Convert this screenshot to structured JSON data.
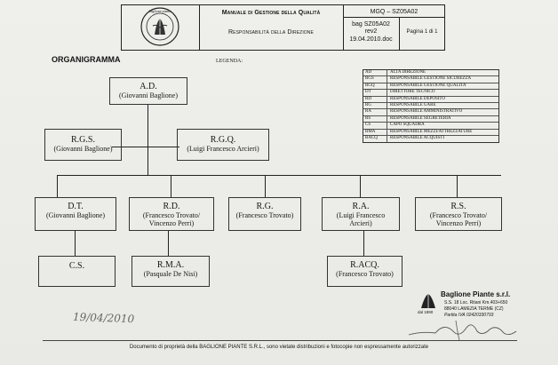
{
  "header": {
    "manual_title": "Manuale di Gestione della Qualità",
    "section_title": "Responsabilità della Direzione",
    "doc_code": "MGQ – SZ05A02",
    "file_line1": "bag SZ05A02",
    "file_line2": "rev2",
    "file_line3": "19.04.2010.doc",
    "page_label": "Pagina 1 di 1"
  },
  "page_title": "ORGANIGRAMMA",
  "legend_label": "LEGENDA:",
  "legend": [
    {
      "abbr": "AD",
      "name": "ALTA DIREZIONE"
    },
    {
      "abbr": "RGS",
      "name": "RESPONSABILE GESTIONE SICUREZZA"
    },
    {
      "abbr": "RGQ",
      "name": "RESPONSABILE GESTIONE QUALITA'"
    },
    {
      "abbr": "DT",
      "name": "DIRETTORE TECNICO"
    },
    {
      "abbr": "RD",
      "name": "RESPONSABILE DEPOSITO"
    },
    {
      "abbr": "RG",
      "name": "RESPONSABILE GARE"
    },
    {
      "abbr": "RA",
      "name": "RESPONSABILE AMMINISTRATIVO"
    },
    {
      "abbr": "RS",
      "name": "RESPONSABILE SEGRETERIA"
    },
    {
      "abbr": "CS",
      "name": "CAPO SQUADRA"
    },
    {
      "abbr": "RMA",
      "name": "RESPONSABILE MEZZI/ATTREZZATURE"
    },
    {
      "abbr": "RACQ",
      "name": "RESPONSABILE ACQUISTI"
    }
  ],
  "org": {
    "ad": {
      "title": "A.D.",
      "person": "(Giovanni Baglione)"
    },
    "rgs": {
      "title": "R.G.S.",
      "person": "(Giovanni Baglione)"
    },
    "rgq": {
      "title": "R.G.Q.",
      "person": "(Luigi Francesco Arcieri)"
    },
    "dt": {
      "title": "D.T.",
      "person": "(Giovanni  Baglione)"
    },
    "rd": {
      "title": "R.D.",
      "person1": "(Francesco Trovato/",
      "person2": "Vincenzo Perri)"
    },
    "rg": {
      "title": "R.G.",
      "person": "(Francesco Trovato)"
    },
    "ra": {
      "title": "R.A.",
      "person1": "(Luigi Francesco",
      "person2": "Arcieri)"
    },
    "rs": {
      "title": "R.S.",
      "person1": "(Francesco Trovato/",
      "person2": "Vincenzo Perri)"
    },
    "cs": {
      "title": "C.S."
    },
    "rma": {
      "title": "R.M.A.",
      "person": "(Pasquale De Nisi)"
    },
    "racq": {
      "title": "R.ACQ.",
      "person": "(Francesco Trovato)"
    }
  },
  "stamp": {
    "company": "Baglione Piante s.r.l.",
    "line1": "S.S. 18 Loc. Ritani Km.403+650",
    "line2": "88040 LAMEZIA TERME (CZ)",
    "line3": "Partita IVA 02420330793",
    "since": "dal 1890"
  },
  "handwritten_date": "19/04/2010",
  "footer": "Documento di proprietà della BAGLIONE PIANTE S.R.L., sono vietate distribuzioni e fotocopie non espressamente autorizzate"
}
